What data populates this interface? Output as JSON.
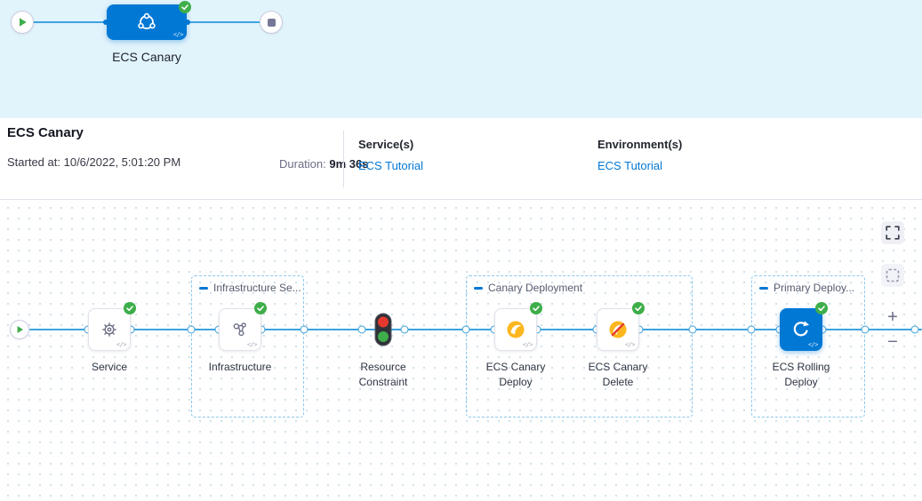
{
  "banner": {
    "stage_label": "ECS Canary"
  },
  "summary": {
    "title": "ECS Canary",
    "started_label": "Started at:",
    "started_value": "10/6/2022, 5:01:20 PM",
    "duration_label": "Duration:",
    "duration_value": "9m 36s",
    "services_label": "Service(s)",
    "services_link": "ECS Tutorial",
    "environments_label": "Environment(s)",
    "environments_link": "ECS Tutorial"
  },
  "graph": {
    "groups": {
      "infrastructure": "Infrastructure Se...",
      "canary": "Canary Deployment",
      "primary": "Primary Deploy..."
    },
    "nodes": {
      "service": "Service",
      "infrastructure": "Infrastructure",
      "resource_constraint": "Resource Constraint",
      "ecs_canary_deploy": "ECS Canary Deploy",
      "ecs_canary_delete": "ECS Canary Delete",
      "ecs_rolling_deploy": "ECS Rolling Deploy"
    },
    "code_glyph": "</>"
  },
  "controls": {
    "zoom_in": "+",
    "zoom_out": "−"
  },
  "colors": {
    "accent": "#0278d5",
    "success": "#3eae4a",
    "banner_bg": "#e1f3fb",
    "link": "#0278d5"
  }
}
